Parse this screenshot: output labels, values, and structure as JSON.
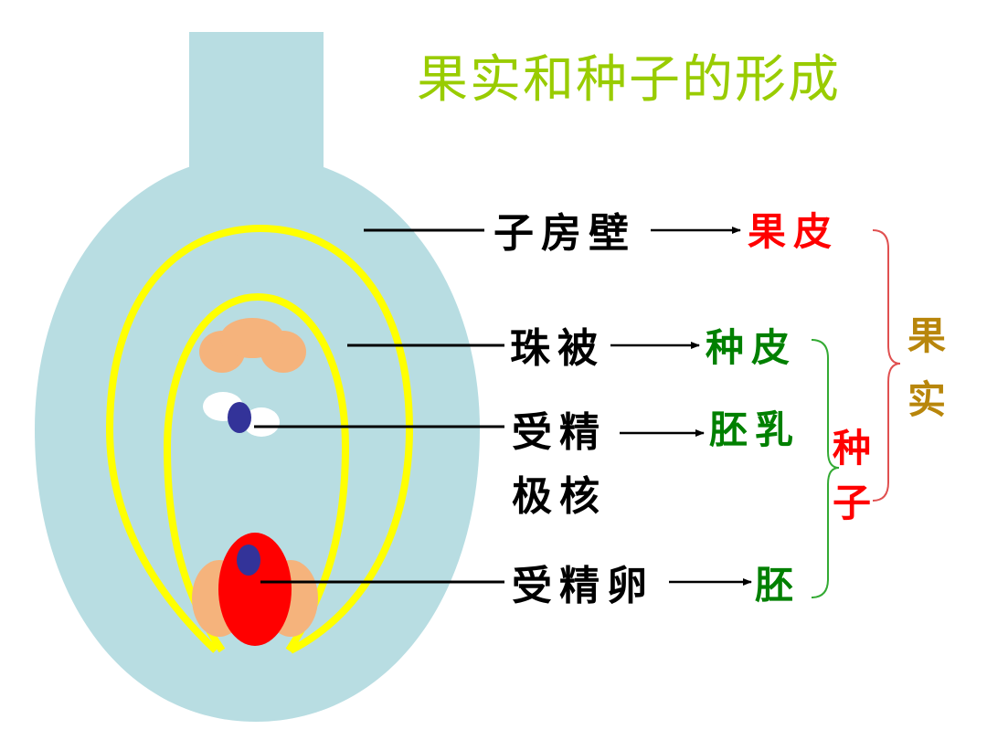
{
  "title": "果实和种子的形成",
  "labels": {
    "ovary_wall": "子房壁",
    "integument": "珠被",
    "fertilized_polar_line1": "受精",
    "fertilized_polar_line2": "极核",
    "fertilized_egg": "受精卵"
  },
  "results": {
    "pericarp": "果皮",
    "seed_coat": "种皮",
    "endosperm": "胚乳",
    "embryo": "胚"
  },
  "groups": {
    "fruit_char1": "果",
    "fruit_char2": "实",
    "seed_char1": "种",
    "seed_char2": "子"
  },
  "colors": {
    "title": "#99cc00",
    "ovary": "#b8dde2",
    "ovule_outline": "#ffff00",
    "label": "#000000",
    "pericarp": "#ff0000",
    "seed_parts": "#008000",
    "fruit_group": "#b8860b",
    "seed_group": "#ff0000",
    "fruit_brace": "#e05050",
    "seed_brace": "#33aa33",
    "tissue": "#f5b37c",
    "egg_cell": "#ff0000",
    "nucleus": "#333399",
    "polar_cell": "#ffffff"
  }
}
